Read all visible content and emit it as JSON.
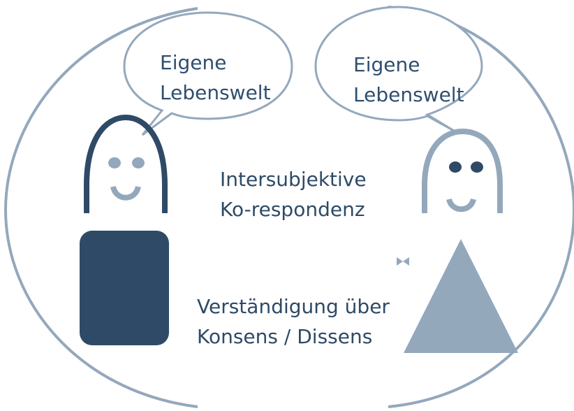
{
  "left_person": {
    "bubble_line1": "Eigene",
    "bubble_line2": "Lebenswelt",
    "color": "#2e4a66"
  },
  "right_person": {
    "bubble_line1": "Eigene",
    "bubble_line2": "Lebenswelt",
    "color": "#94a8bc"
  },
  "center": {
    "line1": "Intersubjektive",
    "line2": "Ko-respondenz"
  },
  "bottom": {
    "line1": "Verständigung über",
    "line2": "Konsens / Dissens"
  },
  "colors": {
    "outline": "#94a8bc",
    "text": "#2e4a66",
    "dark": "#2e4a66",
    "light": "#94a8bc"
  }
}
